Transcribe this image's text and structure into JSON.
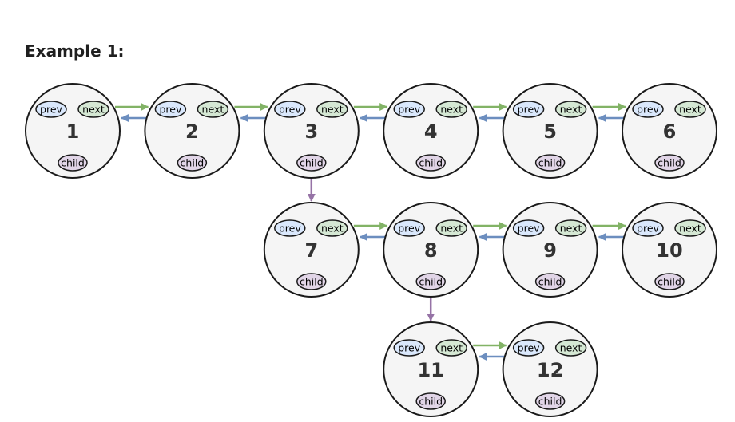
{
  "heading": "Example 1:",
  "labels": {
    "prev": "prev",
    "next": "next",
    "child": "child"
  },
  "colors": {
    "next_arrow": "#82b366",
    "prev_arrow": "#6c8ebf",
    "child_arrow": "#9673a6"
  },
  "levels": [
    {
      "nodes": [
        "1",
        "2",
        "3",
        "4",
        "5",
        "6"
      ]
    },
    {
      "nodes": [
        "7",
        "8",
        "9",
        "10"
      ]
    },
    {
      "nodes": [
        "11",
        "12"
      ]
    }
  ],
  "child_links": [
    {
      "from": "3",
      "to": "7"
    },
    {
      "from": "8",
      "to": "11"
    }
  ]
}
